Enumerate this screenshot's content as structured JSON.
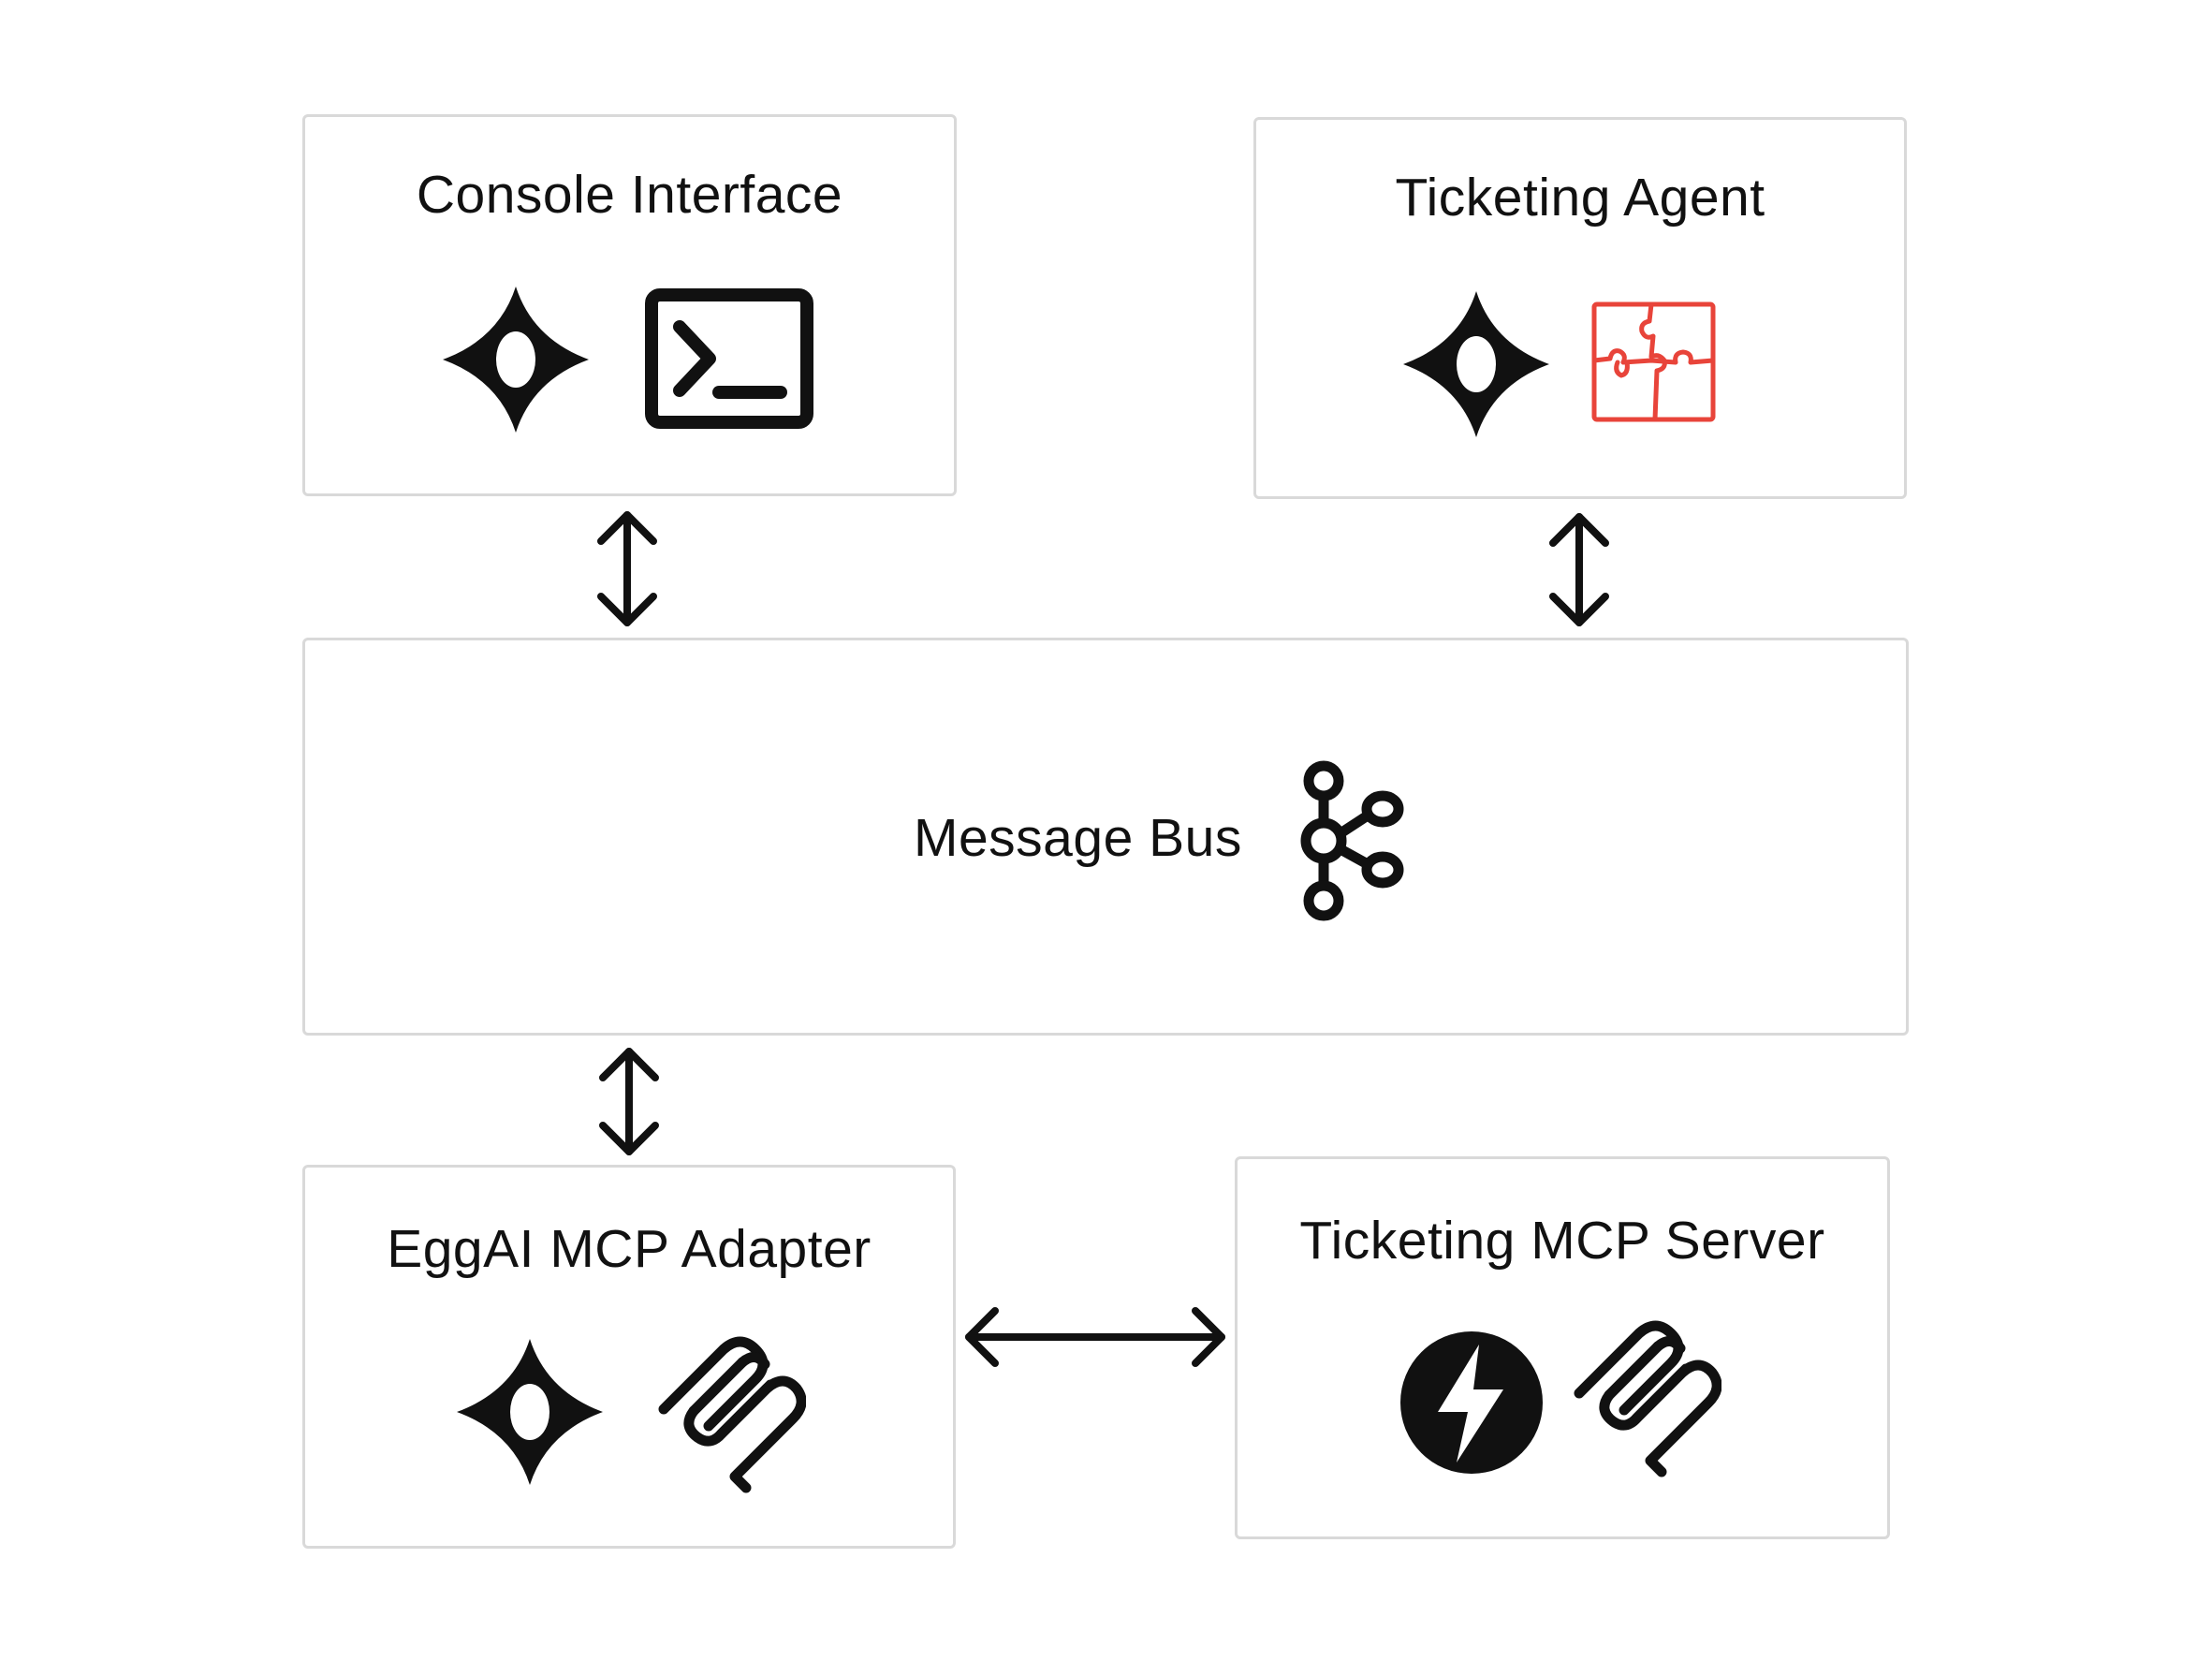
{
  "diagram": {
    "nodes": {
      "console": {
        "title": "Console Interface",
        "icons": [
          "eggai-star-icon",
          "terminal-icon"
        ]
      },
      "ticketing_agent": {
        "title": "Ticketing Agent",
        "icons": [
          "eggai-star-icon",
          "puzzle-icon"
        ]
      },
      "message_bus": {
        "title": "Message Bus",
        "icons": [
          "kafka-icon"
        ]
      },
      "mcp_adapter": {
        "title": "EggAI MCP Adapter",
        "icons": [
          "eggai-star-icon",
          "mcp-icon"
        ]
      },
      "mcp_server": {
        "title": "Ticketing MCP Server",
        "icons": [
          "fastapi-bolt-icon",
          "mcp-icon"
        ]
      }
    },
    "edges": [
      {
        "from": "console",
        "to": "message_bus",
        "direction": "bidirectional"
      },
      {
        "from": "ticketing_agent",
        "to": "message_bus",
        "direction": "bidirectional"
      },
      {
        "from": "message_bus",
        "to": "mcp_adapter",
        "direction": "bidirectional"
      },
      {
        "from": "mcp_adapter",
        "to": "mcp_server",
        "direction": "bidirectional"
      }
    ],
    "colors": {
      "border": "#d9d9d9",
      "ink": "#111111",
      "puzzle": "#e8443a",
      "background": "#ffffff"
    }
  }
}
